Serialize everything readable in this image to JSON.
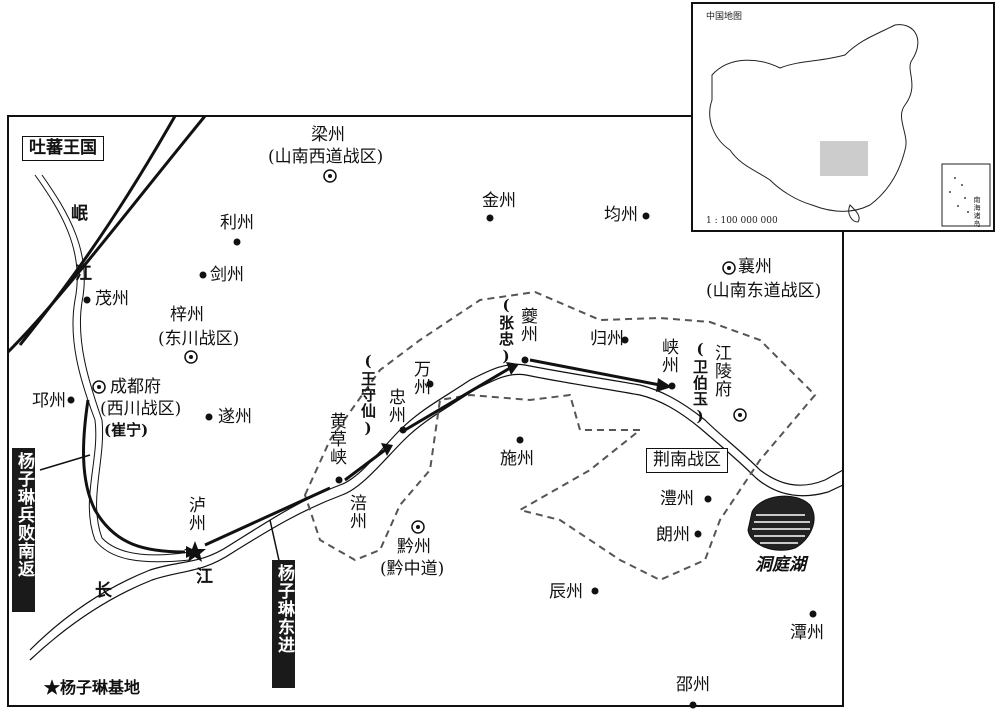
{
  "inset": {
    "title": "中国地图",
    "scale": "1 : 100 000 000",
    "sea_label": "南海诸岛"
  },
  "regions": {
    "tubo": "吐蕃王国",
    "jingnan": "荆南战区"
  },
  "rivers": {
    "min_1": "岷",
    "min_2": "江",
    "chang_1": "长",
    "chang_2": "江"
  },
  "places": {
    "liangzhou": "梁州",
    "liangzhou_sub": "(山南西道战区)",
    "lizhou": "利州",
    "jianzhou": "剑州",
    "jinzhou": "金州",
    "junzhou": "均州",
    "xiangzhou": "襄州",
    "xiangzhou_sub": "(山南东道战区)",
    "maozhou": "茂州",
    "zizhou": "梓州",
    "zizhou_sub": "(东川战区)",
    "qiongzhou": "邛州",
    "chengdu": "成都府",
    "chengdu_sub": "(西川战区)",
    "chengdu_commander": "(崔宁)",
    "suizhou": "遂州",
    "luzhou": "泸州",
    "huangcaoxia": "黄草峡",
    "fuzhou": "涪州",
    "zhongzhou": "忠州",
    "wanzhou": "万州",
    "wang_shouxian": "(王守仙)",
    "kuizhou": "夔州",
    "zhang_zhong": "(张忠)",
    "guizhou": "归州",
    "xiazhou": "峡州",
    "wei_boyu": "(卫伯玉)",
    "jiangling": "江陵府",
    "shizhou": "施州",
    "qianzhou": "黔州",
    "qianzhou_sub": "(黔中道)",
    "lizhou_li": "澧州",
    "langzhou": "朗州",
    "dongting": "洞庭湖",
    "chenzhou": "辰州",
    "tanzhou": "潭州",
    "shaozhou": "邵州"
  },
  "annotations": {
    "defeat": "杨子琳兵败南返",
    "advance": "杨子琳东进"
  },
  "legend": {
    "base": "★杨子琳基地"
  }
}
